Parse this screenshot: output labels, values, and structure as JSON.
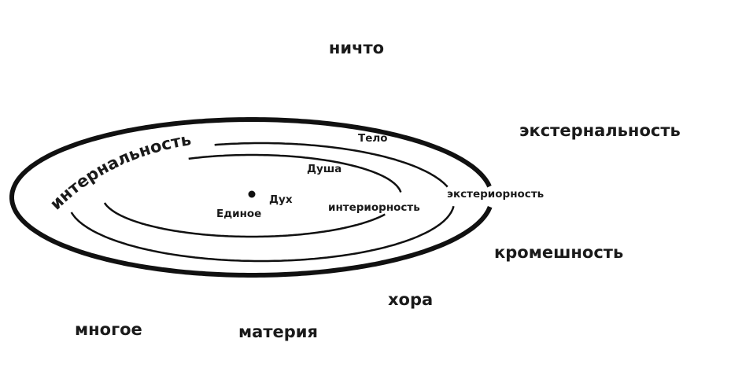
{
  "labels": {
    "nothing": "ничто",
    "externality": "экстернальность",
    "internality": "интернальность",
    "body": "Тело",
    "soul": "Душа",
    "spirit": "Дух",
    "one": "Единое",
    "interiority": "интериорность",
    "exteriority": "экстериорность",
    "darkness": "кромешность",
    "chora": "хора",
    "many": "многое",
    "matter": "материя"
  },
  "colors": {
    "ink": "#111111",
    "background": "#ffffff"
  }
}
